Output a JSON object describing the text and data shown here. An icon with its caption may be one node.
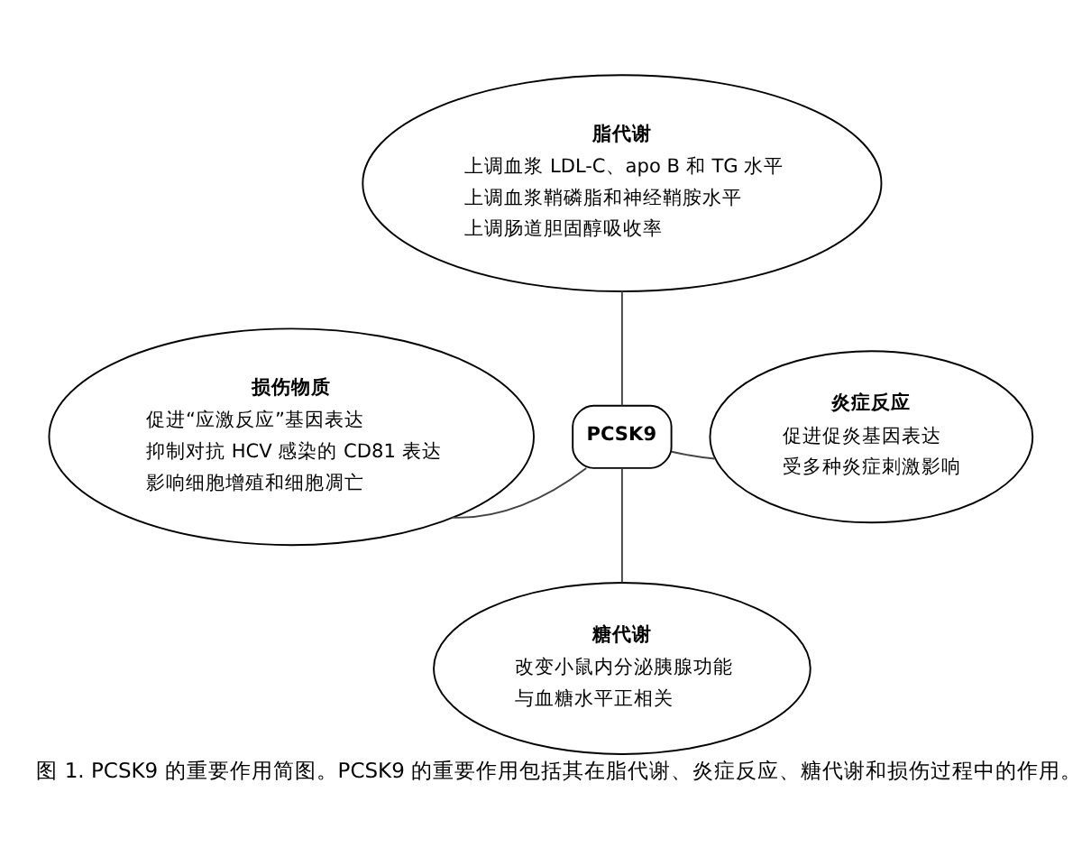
{
  "diagram": {
    "caption": "图 1. PCSK9 的重要作用简图。PCSK9 的重要作用包括其在脂代谢、炎症反应、糖代谢和损伤过程中的作用。",
    "nodes": [
      {
        "text": [
          "PCSK9"
        ]
      },
      {
        "text": [
          "脂代谢",
          "上调血浆 LDL-C、apo B 和 TG 水平",
          "上调血浆鞘磷脂和神经鞘胺水平",
          "上调肠道胆固醇吸收率"
        ]
      },
      {
        "text": [
          "损伤物质",
          "促进“应激反应”基因表达",
          "抑制对抗 HCV 感染的 CD81 表达",
          "影响细胞增殖和细胞凋亡"
        ]
      },
      {
        "text": [
          "炎症反应",
          "促进促炎基因表达",
          "受多种炎症刺激影响"
        ]
      },
      {
        "text": [
          "糖代谢",
          "改变小鼠内分泌胰腺功能",
          "与血糖水平正相关"
        ]
      }
    ],
    "edges": [
      {
        "from": 1,
        "to": 0,
        "arrow": "none"
      },
      {
        "from": 2,
        "to": 0,
        "arrow": "none"
      },
      {
        "from": 0,
        "to": 3,
        "arrow": "none"
      },
      {
        "from": 0,
        "to": 4,
        "arrow": "none"
      }
    ]
  }
}
